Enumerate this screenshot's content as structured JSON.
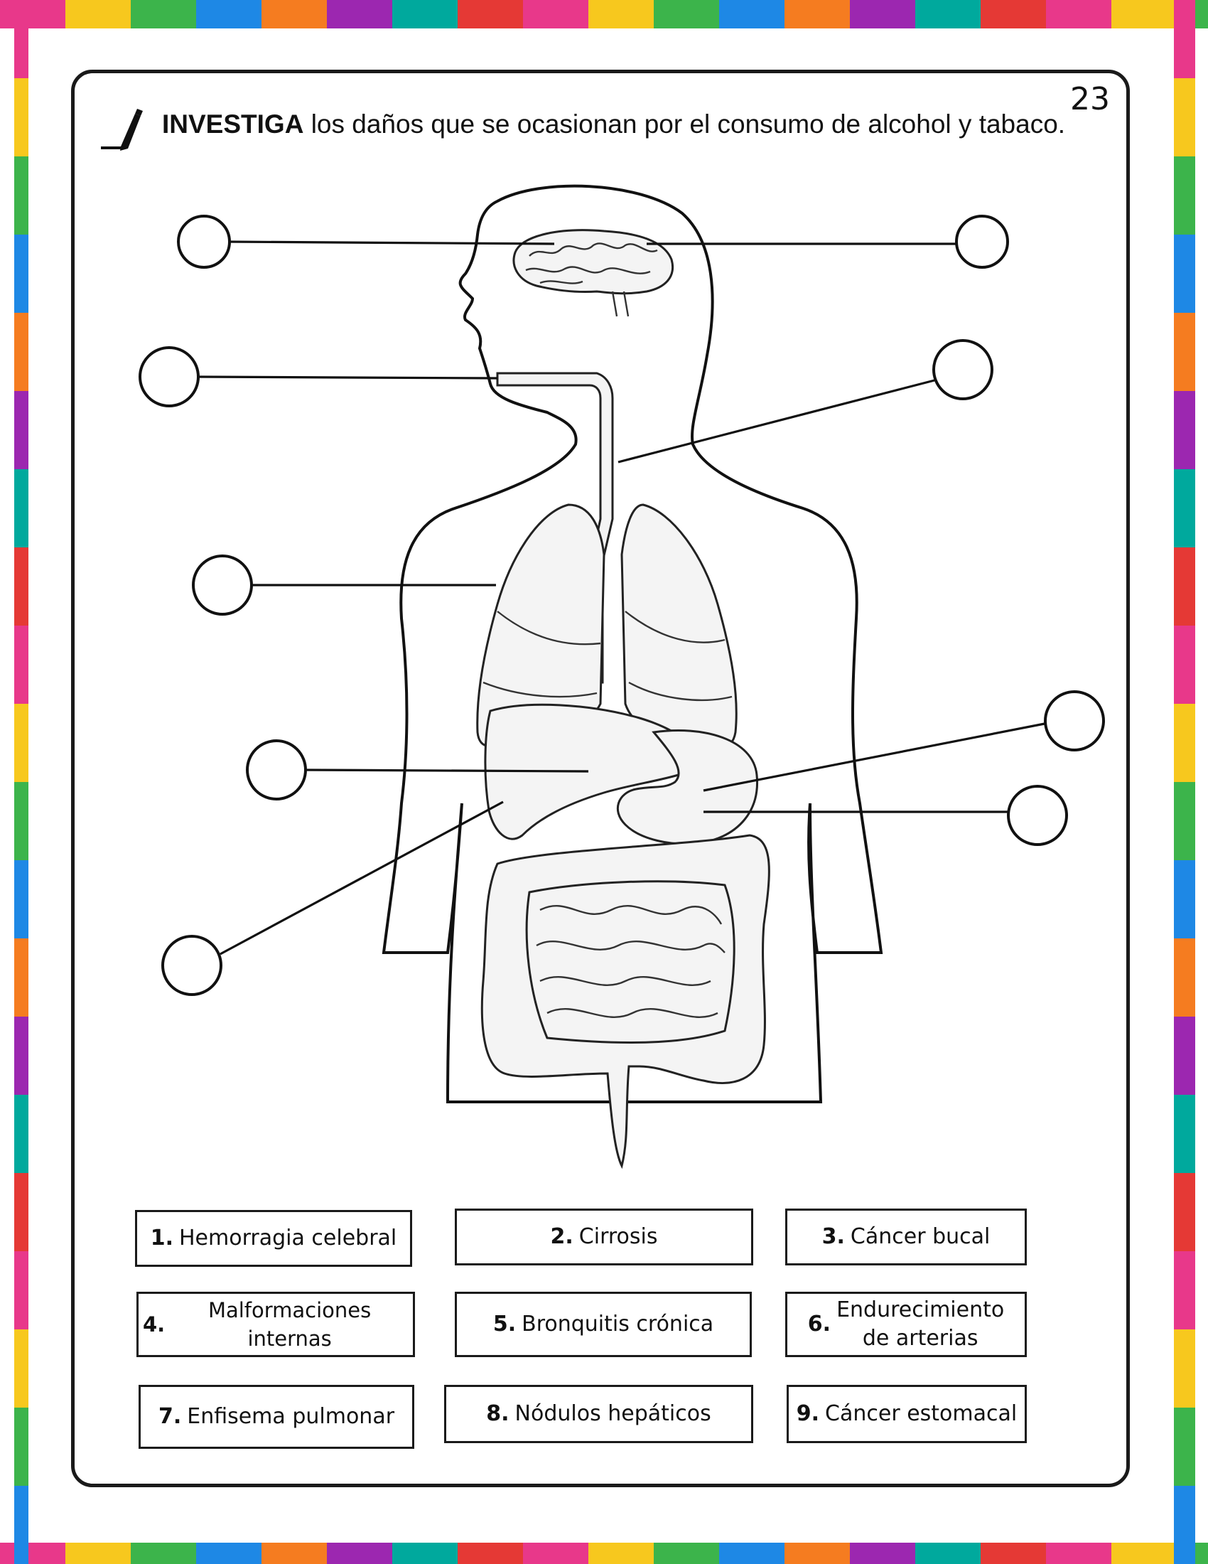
{
  "page": {
    "number": "23"
  },
  "instruction": {
    "verb": "INVESTIGA",
    "text": " los daños que se ocasionan por el consumo de alcohol y tabaco."
  },
  "icons": {
    "instruction_icon": "pencil-icon"
  },
  "options": [
    {
      "num": "1.",
      "text": "Hemorragia celebral"
    },
    {
      "num": "2.",
      "text": "Cirrosis"
    },
    {
      "num": "3.",
      "text": "Cáncer bucal"
    },
    {
      "num": "4.",
      "text": "Malformaciones internas"
    },
    {
      "num": "5.",
      "text": "Bronquitis crónica"
    },
    {
      "num": "6.",
      "text": "Endurecimiento de arterias"
    },
    {
      "num": "7.",
      "text": "Enfisema pulmonar"
    },
    {
      "num": "8.",
      "text": "Nódulos hepáticos"
    },
    {
      "num": "9.",
      "text": "Cáncer estomacal"
    }
  ],
  "colors": {
    "border_palette": [
      "#e8388a",
      "#f7c81e",
      "#3cb44b",
      "#1e88e5",
      "#f57c20",
      "#9c27b0",
      "#00a99d",
      "#e53935"
    ]
  }
}
